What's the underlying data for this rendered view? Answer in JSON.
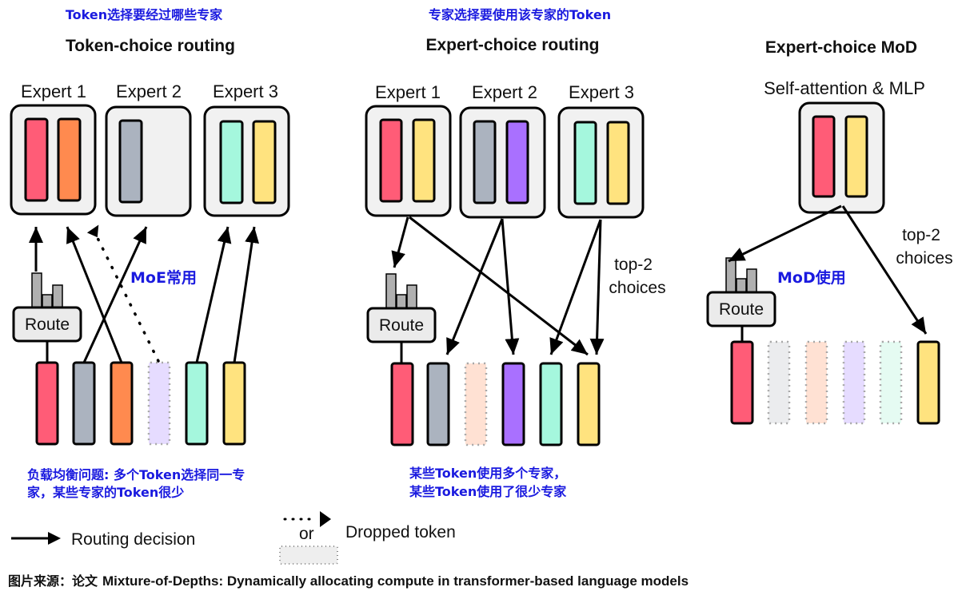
{
  "colors": {
    "red": "#ff5c77",
    "orange": "#ff8a4f",
    "gray": "#abb3bf",
    "mint": "#a5f7dd",
    "yellow": "#ffe37f",
    "purple": "#a970ff",
    "lavender_dropped": "#e6dcff",
    "peach_dropped": "#ffe1d3",
    "gray_dropped": "#ebecee",
    "mint_dropped": "#e5fbf2",
    "box_fill": "#f1f1f1",
    "annotation_blue": "#1a1adf"
  },
  "panels": [
    {
      "annotation": "Token选择要经过哪些专家",
      "title": "Token-choice routing",
      "experts": [
        {
          "label": "Expert 1",
          "tokens": [
            "red",
            "orange"
          ]
        },
        {
          "label": "Expert 2",
          "tokens": [
            "gray"
          ]
        },
        {
          "label": "Expert 3",
          "tokens": [
            "mint",
            "yellow"
          ]
        }
      ],
      "route_label": "Route",
      "middle_note": "MoE常用",
      "input_tokens": [
        "red",
        "gray",
        "orange",
        "lavender_dropped",
        "mint",
        "yellow"
      ],
      "bottom_note_line1": "负载均衡问题: 多个Token选择同一专",
      "bottom_note_line2": "家，某些专家的Token很少"
    },
    {
      "annotation": "专家选择要使用该专家的Token",
      "title": "Expert-choice routing",
      "experts": [
        {
          "label": "Expert 1",
          "tokens": [
            "red",
            "yellow"
          ]
        },
        {
          "label": "Expert 2",
          "tokens": [
            "gray",
            "purple"
          ]
        },
        {
          "label": "Expert 3",
          "tokens": [
            "mint",
            "yellow"
          ]
        }
      ],
      "route_label": "Route",
      "side_note_line1": "top-2",
      "side_note_line2": "choices",
      "input_tokens": [
        "red",
        "gray",
        "peach_dropped",
        "purple",
        "mint",
        "yellow"
      ],
      "bottom_note_line1": "某些Token使用多个专家，",
      "bottom_note_line2": "某些Token使用了很少专家"
    },
    {
      "title": "Expert-choice MoD",
      "block_label": "Self-attention & MLP",
      "block_tokens": [
        "red",
        "yellow"
      ],
      "route_label": "Route",
      "middle_note": "MoD使用",
      "side_note_line1": "top-2",
      "side_note_line2": "choices",
      "input_tokens": [
        "red",
        "gray_dropped",
        "peach_dropped",
        "lavender_dropped",
        "mint_dropped",
        "yellow"
      ]
    }
  ],
  "legend": {
    "routing_decision": "Routing decision",
    "or": "or",
    "dropped_token": "Dropped token"
  },
  "source_caption_prefix": "图片来源：论文",
  "source_caption": "Mixture-of-Depths: Dynamically allocating compute in transformer-based language models"
}
